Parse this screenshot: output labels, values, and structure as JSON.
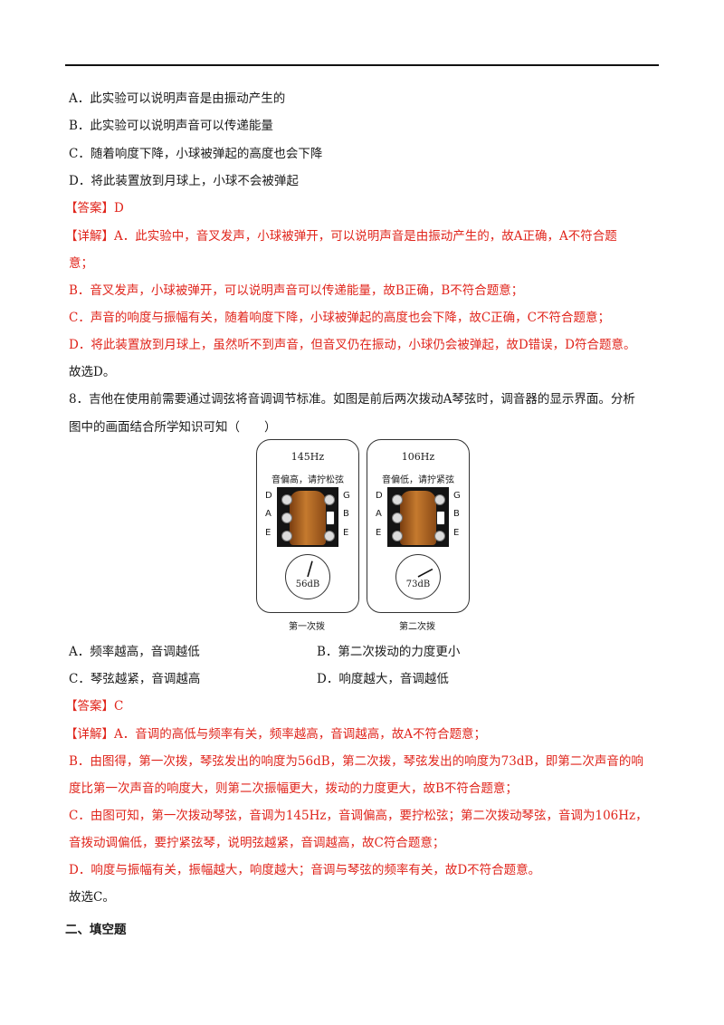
{
  "q7": {
    "options": [
      "A．此实验可以说明声音是由振动产生的",
      "B．此实验可以说明声音可以传递能量",
      "C．随着响度下降，小球被弹起的高度也会下降",
      "D．将此装置放到月球上，小球不会被弹起"
    ],
    "answer_open": "【答案】",
    "answer_value": "D",
    "detail_open": "【详解】",
    "detail_lines": [
      "A．此实验中，音叉发声，小球被弹开，可以说明声音是由振动产生的，故A正确，A不符合题",
      "意；",
      "B．音叉发声，小球被弹开，可以说明声音可以传递能量，故B正确，B不符合题意；",
      "C．声音的响度与振幅有关，随着响度下降，小球被弹起的高度也会下降，故C正确，C不符合题意；",
      "D．将此装置放到月球上，虽然听不到声音，但音叉仍在振动，小球仍会被弹起，故D错误，D符合题意。"
    ],
    "conclusion": "故选D。"
  },
  "q8": {
    "stem_lines": [
      "8．吉他在使用前需要通过调弦将音调调节标准。如图是前后两次拨动A琴弦时，调音器的显示界面。分析",
      "图中的画面结合所学知识可知（　　）"
    ],
    "figure": {
      "panels": [
        {
          "freq": "145Hz",
          "hint": "音偏高，请拧松弦",
          "db": "56dB",
          "caption": "第一次拨",
          "db_value": 56
        },
        {
          "freq": "106Hz",
          "hint": "音偏低，请拧紧弦",
          "db": "73dB",
          "caption": "第二次拨",
          "db_value": 73
        }
      ],
      "left_letters": [
        "D",
        "A",
        "E"
      ],
      "right_letters": [
        "G",
        "B",
        "E"
      ]
    },
    "options": [
      "A．频率越高，音调越低",
      "B．第二次拨动的力度更小",
      "C．琴弦越紧，音调越高",
      "D．响度越大，音调越低"
    ],
    "answer_open": "【答案】",
    "answer_value": "C",
    "detail_open": "【详解】",
    "detail_lines": [
      "A．音调的高低与频率有关，频率越高，音调越高，故A不符合题意；",
      "B．由图得，第一次拨，琴弦发出的响度为56dB，第二次拨，琴弦发出的响度为73dB，即第二次声音的响",
      "度比第一次声音的响度大，则第二次振幅更大，拨动的力度更大，故B不符合题意；",
      "C．由图可知，第一次拨动琴弦，音调为145Hz，音调偏高，要拧松弦；第二次拨动琴弦，音调为106Hz，",
      "音拨动调偏低，要拧紧弦琴，说明弦越紧，音调越高，故C符合题意；",
      "D．响度与振幅有关，振幅越大，响度越大；音调与琴弦的频率有关，故D不符合题意。"
    ],
    "conclusion": "故选C。"
  },
  "section_heading": "二、填空题"
}
